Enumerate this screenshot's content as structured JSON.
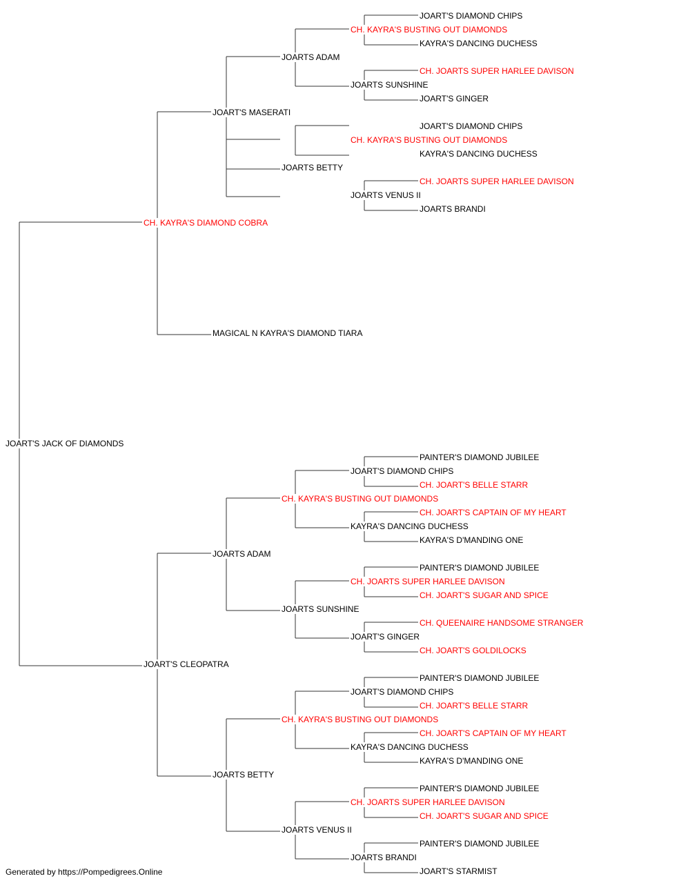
{
  "colors": {
    "champion": "#ff0000",
    "normal": "#000000",
    "line": "#333333"
  },
  "dogs": [
    {
      "name": "JOART'S DIAMOND CHIPS",
      "champion": false
    },
    {
      "name": "CH. KAYRA'S BUSTING OUT DIAMONDS",
      "champion": true
    },
    {
      "name": "KAYRA'S DANCING DUCHESS",
      "champion": false
    },
    {
      "name": "JOARTS ADAM",
      "champion": false
    },
    {
      "name": "CH. JOARTS SUPER HARLEE DAVISON",
      "champion": true
    },
    {
      "name": "JOARTS SUNSHINE",
      "champion": false
    },
    {
      "name": "JOART'S GINGER",
      "champion": false
    },
    {
      "name": "JOART'S MASERATI",
      "champion": false
    },
    {
      "name": "JOART'S DIAMOND CHIPS",
      "champion": false
    },
    {
      "name": "CH. KAYRA'S BUSTING OUT DIAMONDS",
      "champion": true
    },
    {
      "name": "KAYRA'S DANCING DUCHESS",
      "champion": false
    },
    {
      "name": "JOARTS BETTY",
      "champion": false
    },
    {
      "name": "CH. JOARTS SUPER HARLEE DAVISON",
      "champion": true
    },
    {
      "name": "JOARTS VENUS II",
      "champion": false
    },
    {
      "name": "JOARTS BRANDI",
      "champion": false
    },
    {
      "name": "CH. KAYRA'S DIAMOND COBRA",
      "champion": true
    },
    {
      "name": "MAGICAL N KAYRA'S DIAMOND TIARA",
      "champion": false
    },
    {
      "name": "JOART'S JACK OF DIAMONDS",
      "champion": false
    },
    {
      "name": "PAINTER'S DIAMOND JUBILEE",
      "champion": false
    },
    {
      "name": "JOART'S DIAMOND CHIPS",
      "champion": false
    },
    {
      "name": "CH. JOART'S BELLE STARR",
      "champion": true
    },
    {
      "name": "CH. KAYRA'S BUSTING OUT DIAMONDS",
      "champion": true
    },
    {
      "name": "CH. JOART'S CAPTAIN OF MY HEART",
      "champion": true
    },
    {
      "name": "KAYRA'S DANCING DUCHESS",
      "champion": false
    },
    {
      "name": "KAYRA'S D'MANDING ONE",
      "champion": false
    },
    {
      "name": "JOARTS ADAM",
      "champion": false
    },
    {
      "name": "PAINTER'S DIAMOND JUBILEE",
      "champion": false
    },
    {
      "name": "CH. JOARTS SUPER HARLEE DAVISON",
      "champion": true
    },
    {
      "name": "CH. JOART'S SUGAR AND SPICE",
      "champion": true
    },
    {
      "name": "JOARTS SUNSHINE",
      "champion": false
    },
    {
      "name": "CH. QUEENAIRE HANDSOME STRANGER",
      "champion": true
    },
    {
      "name": "JOART'S GINGER",
      "champion": false
    },
    {
      "name": "CH. JOART'S GOLDILOCKS",
      "champion": true
    },
    {
      "name": "JOART'S CLEOPATRA",
      "champion": false
    },
    {
      "name": "PAINTER'S DIAMOND JUBILEE",
      "champion": false
    },
    {
      "name": "JOART'S DIAMOND CHIPS",
      "champion": false
    },
    {
      "name": "CH. JOART'S BELLE STARR",
      "champion": true
    },
    {
      "name": "CH. KAYRA'S BUSTING OUT DIAMONDS",
      "champion": true
    },
    {
      "name": "CH. JOART'S CAPTAIN OF MY HEART",
      "champion": true
    },
    {
      "name": "KAYRA'S DANCING DUCHESS",
      "champion": false
    },
    {
      "name": "KAYRA'S D'MANDING ONE",
      "champion": false
    },
    {
      "name": "JOARTS BETTY",
      "champion": false
    },
    {
      "name": "PAINTER'S DIAMOND JUBILEE",
      "champion": false
    },
    {
      "name": "CH. JOARTS SUPER HARLEE DAVISON",
      "champion": true
    },
    {
      "name": "CH. JOART'S SUGAR AND SPICE",
      "champion": true
    },
    {
      "name": "JOARTS VENUS II",
      "champion": false
    },
    {
      "name": "PAINTER'S DIAMOND JUBILEE",
      "champion": false
    },
    {
      "name": "JOARTS BRANDI",
      "champion": false
    },
    {
      "name": "JOART'S STARMIST",
      "champion": false
    }
  ],
  "footer": "Generated by https://Pompedigrees.Online"
}
